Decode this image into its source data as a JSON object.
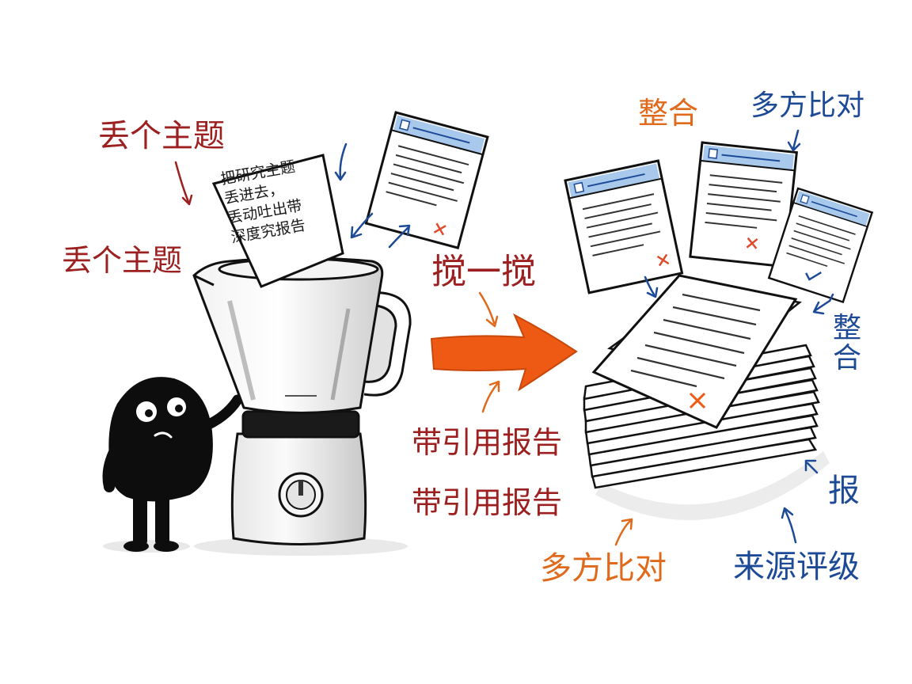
{
  "colors": {
    "label_red": "#9c2020",
    "label_orange": "#e06a1c",
    "label_blue": "#1d4a96",
    "arrow_orange": "#ee5a14",
    "doc_header_blue": "#a8c8ec",
    "mark_red": "#e04a2a"
  },
  "left": {
    "topic_label_1": "丢个主题",
    "topic_label_2": "丢个主题",
    "note_lines": [
      "把研究主题",
      "丢进去，",
      "丢动吐出带",
      "深度究报告"
    ]
  },
  "middle": {
    "stir_label": "搅一搅",
    "report_label_1": "带引用报告",
    "report_label_2": "带引用报告"
  },
  "right": {
    "integrate_label_top": "整合",
    "compare_label_top": "多方比对",
    "integrate_label_side": "整合",
    "report_short": "报",
    "compare_label_bottom": "多方比对",
    "source_rating": "来源评级"
  },
  "icons": [
    "blender-icon",
    "character-icon",
    "document-icon",
    "paper-stack-icon",
    "arrow-icon",
    "cross-mark-icon",
    "check-mark-icon"
  ]
}
